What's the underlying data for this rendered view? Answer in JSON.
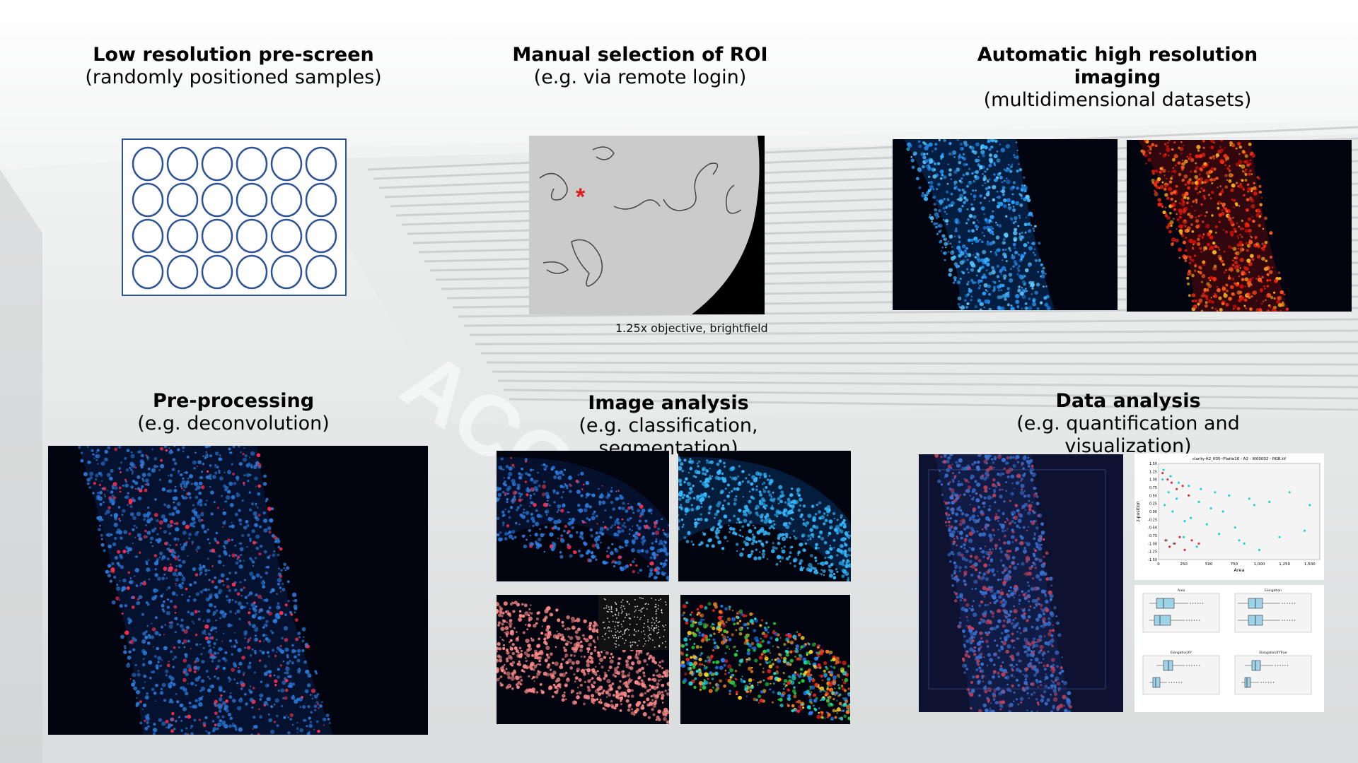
{
  "steps": {
    "prescreen": {
      "title": "Low resolution pre-screen",
      "subtitle": "(randomly positioned samples)"
    },
    "roi": {
      "title": "Manual selection of ROI",
      "subtitle": "(e.g. via remote login)",
      "caption": "1.25x objective, brightfield",
      "marker": "*"
    },
    "imaging": {
      "title": "Automatic high resolution imaging",
      "subtitle": "(multidimensional datasets)"
    },
    "preprocessing": {
      "title": "Pre-processing",
      "subtitle": "(e.g. deconvolution)"
    },
    "image_analysis": {
      "title": "Image analysis",
      "subtitle": "(e.g. classification, segmentation)"
    },
    "data_analysis": {
      "title": "Data analysis",
      "subtitle": "(e.g. quantification and visualization)"
    }
  },
  "background": {
    "watermark": "ACQUI"
  },
  "well_plate": {
    "rows": 4,
    "cols": 6,
    "stroke_color": "#2f5496"
  },
  "colors": {
    "blue_channel": "#2aa0ff",
    "red_channel": "#ff2a10",
    "roi_marker": "#e02020"
  },
  "chart_data": [
    {
      "type": "scatter",
      "title": "clarity-A2_005--Platte16 - A2 - W00002 - RGB.tif",
      "xlabel": "Area",
      "ylabel": "z-position",
      "x_ticks": [
        "0",
        "250",
        "500",
        "750",
        "1,000",
        "1,250",
        "1,500"
      ],
      "y_ticks": [
        "1.50",
        "1.25",
        "1.00",
        "0.75",
        "0.50",
        "0.25",
        "0.00",
        "-0.25",
        "-0.50",
        "-0.75",
        "-1.00",
        "-1.25",
        "-1.50"
      ],
      "xlim": [
        0,
        1600
      ],
      "ylim": [
        -1.5,
        1.5
      ],
      "series": [
        {
          "color": "#22d3d3",
          "x": [
            50,
            120,
            200,
            300,
            420,
            560,
            700,
            900,
            1100,
            1300,
            1500,
            80,
            150,
            250,
            380,
            600,
            800,
            1000,
            60,
            140,
            260,
            400,
            520,
            760,
            950,
            1200,
            1450,
            40,
            100,
            180,
            320,
            480,
            640,
            850
          ],
          "y": [
            1.3,
            1.1,
            0.9,
            0.8,
            0.7,
            0.6,
            0.5,
            0.4,
            0.3,
            0.6,
            0.2,
            -0.9,
            -1.0,
            -0.8,
            -1.1,
            -0.7,
            -0.9,
            -1.2,
            0.2,
            0.0,
            -0.3,
            0.3,
            0.1,
            -0.5,
            0.2,
            -0.8,
            -0.6,
            1.0,
            0.6,
            0.4,
            -0.2,
            -0.4,
            0.0,
            -1.0
          ]
        },
        {
          "color": "#e0303a",
          "x": [
            40,
            90,
            130,
            180,
            240,
            300,
            70,
            110,
            160,
            210,
            260,
            330,
            400
          ],
          "y": [
            1.2,
            1.0,
            0.9,
            0.7,
            0.8,
            0.5,
            -0.9,
            -1.1,
            -1.0,
            -0.8,
            -1.2,
            -0.9,
            -1.0
          ]
        }
      ]
    },
    {
      "type": "bar",
      "subtype": "boxplot-grid",
      "panels": [
        {
          "title": "Area",
          "boxes": [
            [
              0.05,
              0.15,
              0.25,
              0.4,
              0.6
            ],
            [
              0.05,
              0.12,
              0.2,
              0.35,
              0.55
            ]
          ]
        },
        {
          "title": "Elongation",
          "boxes": [
            [
              0.0,
              0.15,
              0.25,
              0.35,
              0.6
            ],
            [
              0.0,
              0.15,
              0.25,
              0.35,
              0.6
            ]
          ]
        },
        {
          "title": "ElongationXY",
          "boxes": [
            [
              0.15,
              0.25,
              0.32,
              0.38,
              0.55
            ],
            [
              0.05,
              0.1,
              0.14,
              0.2,
              0.3
            ]
          ]
        },
        {
          "title": "ElongationXYTrue",
          "boxes": [
            [
              0.1,
              0.2,
              0.25,
              0.32,
              0.5
            ],
            [
              0.05,
              0.1,
              0.13,
              0.18,
              0.3
            ]
          ]
        }
      ]
    }
  ]
}
